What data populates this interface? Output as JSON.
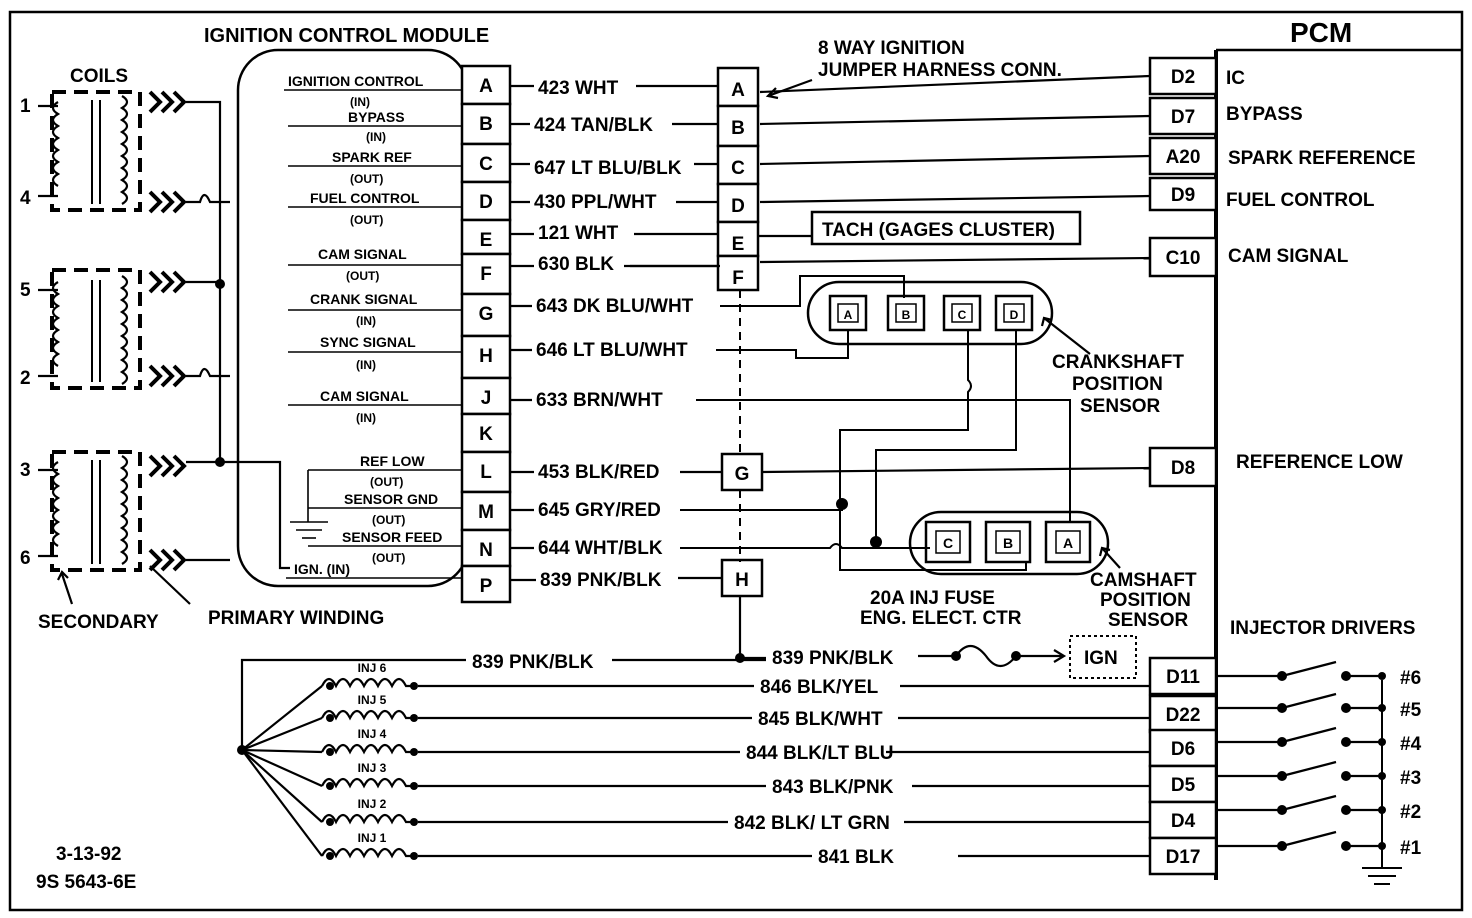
{
  "title_icm": "IGNITION CONTROL MODULE",
  "title_pcm": "PCM",
  "coils_label": "COILS",
  "coil_numbers": [
    "1",
    "4",
    "5",
    "2",
    "3",
    "6"
  ],
  "secondary_label": "SECONDARY",
  "primary_label": "PRIMARY WINDING",
  "icm_pins": [
    "A",
    "B",
    "C",
    "D",
    "E",
    "F",
    "G",
    "H",
    "J",
    "K",
    "L",
    "M",
    "N",
    "P"
  ],
  "icm_signals": [
    {
      "name": "IGNITION CONTROL",
      "dir": "(IN)"
    },
    {
      "name": "BYPASS",
      "dir": "(IN)"
    },
    {
      "name": "SPARK REF",
      "dir": "(OUT)"
    },
    {
      "name": "FUEL CONTROL",
      "dir": "(OUT)"
    },
    {
      "name": "CAM SIGNAL",
      "dir": "(OUT)"
    },
    {
      "name": "CRANK SIGNAL",
      "dir": "(IN)"
    },
    {
      "name": "SYNC SIGNAL",
      "dir": "(IN)"
    },
    {
      "name": "CAM SIGNAL",
      "dir": "(IN)"
    },
    {
      "name": "REF LOW",
      "dir": "(OUT)"
    },
    {
      "name": "SENSOR GND",
      "dir": "(OUT)"
    },
    {
      "name": "SENSOR FEED",
      "dir": "(OUT)"
    },
    {
      "name": "IGN. (IN)",
      "dir": ""
    }
  ],
  "wires": [
    "423 WHT",
    "424 TAN/BLK",
    "647 LT BLU/BLK",
    "430 PPL/WHT",
    "121 WHT",
    "630 BLK",
    "643 DK BLU/WHT",
    "646 LT BLU/WHT",
    "633 BRN/WHT",
    "453 BLK/RED",
    "645 GRY/RED",
    "644 WHT/BLK",
    "839 PNK/BLK"
  ],
  "jumper_label_1": "8 WAY IGNITION",
  "jumper_label_2": "JUMPER HARNESS CONN.",
  "jumper_pins": [
    "A",
    "B",
    "C",
    "D",
    "E",
    "F",
    "G",
    "H"
  ],
  "tach_label": "TACH (GAGES CLUSTER)",
  "crank_pins": [
    "A",
    "B",
    "C",
    "D"
  ],
  "crank_label": [
    "CRANKSHAFT",
    "POSITION",
    "SENSOR"
  ],
  "cam_pins": [
    "C",
    "B",
    "A"
  ],
  "cam_label": [
    "CAMSHAFT",
    "POSITION",
    "SENSOR"
  ],
  "pcm_pins": [
    "D2",
    "D7",
    "A20",
    "D9",
    "C10",
    "D8",
    "D11",
    "D22",
    "D6",
    "D5",
    "D4",
    "D17"
  ],
  "pcm_signals": [
    "IC",
    "BYPASS",
    "SPARK REFERENCE",
    "FUEL CONTROL",
    "CAM SIGNAL",
    "REFERENCE LOW"
  ],
  "fuse_label_1": "20A INJ FUSE",
  "fuse_label_2": "ENG. ELECT. CTR",
  "ign_label": "IGN",
  "inj_feed_left": "839 PNK/BLK",
  "inj_feed_right": "839 PNK/BLK",
  "injectors": [
    "INJ 6",
    "INJ 5",
    "INJ 4",
    "INJ 3",
    "INJ 2",
    "INJ 1"
  ],
  "inj_wires": [
    "846 BLK/YEL",
    "845 BLK/WHT",
    "844 BLK/LT BLU",
    "843 BLK/PNK",
    "842 BLK/ LT GRN",
    "841 BLK"
  ],
  "injector_drivers_label": "INJECTOR DRIVERS",
  "driver_numbers": [
    "#6",
    "#5",
    "#4",
    "#3",
    "#2",
    "#1"
  ],
  "date_code": "3-13-92",
  "part_code": "9S 5643-6E"
}
